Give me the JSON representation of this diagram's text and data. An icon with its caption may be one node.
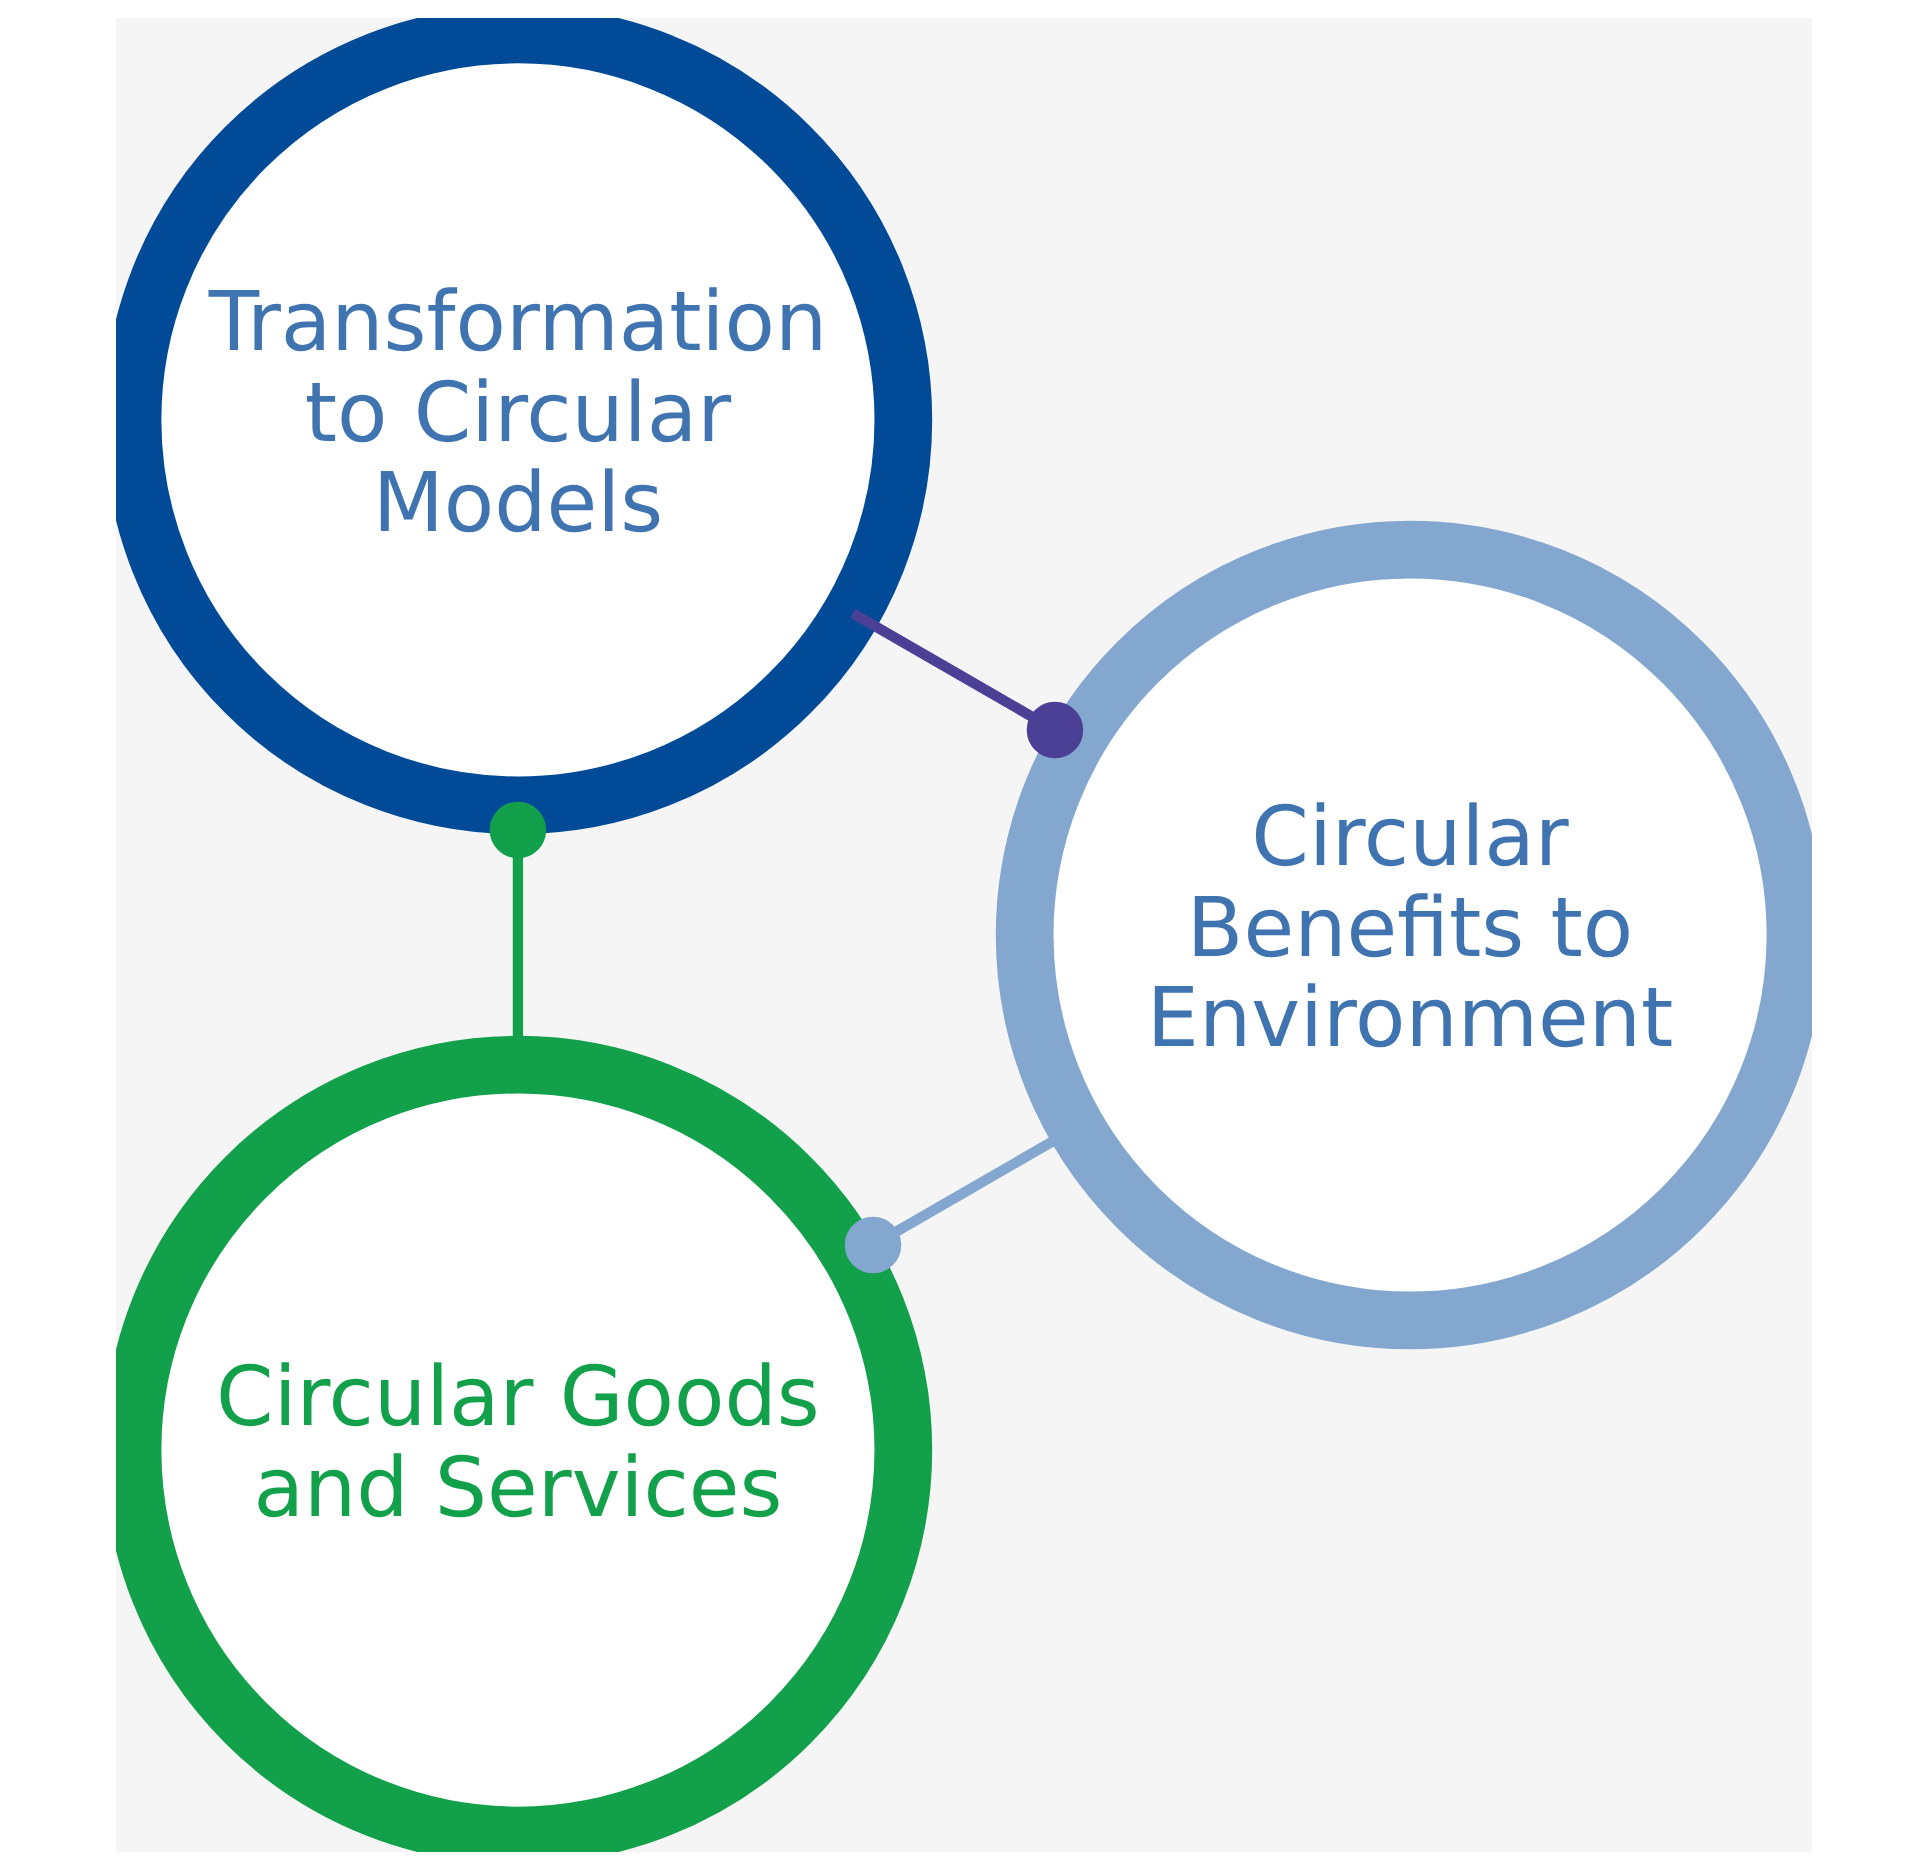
{
  "diagram": {
    "nodes": [
      {
        "text": [
          "Circular Goods and Services"
        ]
      },
      {
        "text": [
          "Circular Benefits to Environment"
        ]
      },
      {
        "text": [
          "Transformation to Circular Models"
        ]
      }
    ],
    "edges": [
      {
        "from": 0,
        "to": 2,
        "arrow": "other",
        "color": "#12a04a"
      },
      {
        "from": 1,
        "to": 0,
        "arrow": "other",
        "color": "#84a7cf"
      },
      {
        "from": 2,
        "to": 1,
        "arrow": "other",
        "color": "#4b3f96"
      }
    ]
  }
}
